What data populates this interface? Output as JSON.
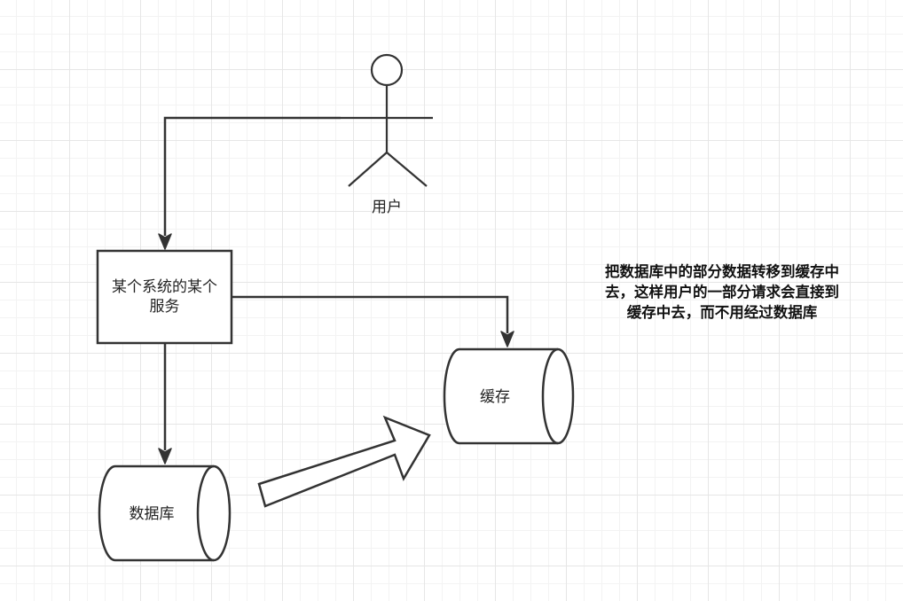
{
  "nodes": {
    "user": {
      "label": "用户"
    },
    "service": {
      "label": "某个系统的某个服务"
    },
    "database": {
      "label": "数据库"
    },
    "cache": {
      "label": "缓存"
    }
  },
  "annotation": {
    "text": "把数据库中的部分数据转移到缓存中去，这样用户的一部分请求会直接到缓存中去，而不用经过数据库"
  },
  "colors": {
    "stroke": "#333333",
    "grid": "#e6e6e6",
    "background": "#ffffff"
  }
}
